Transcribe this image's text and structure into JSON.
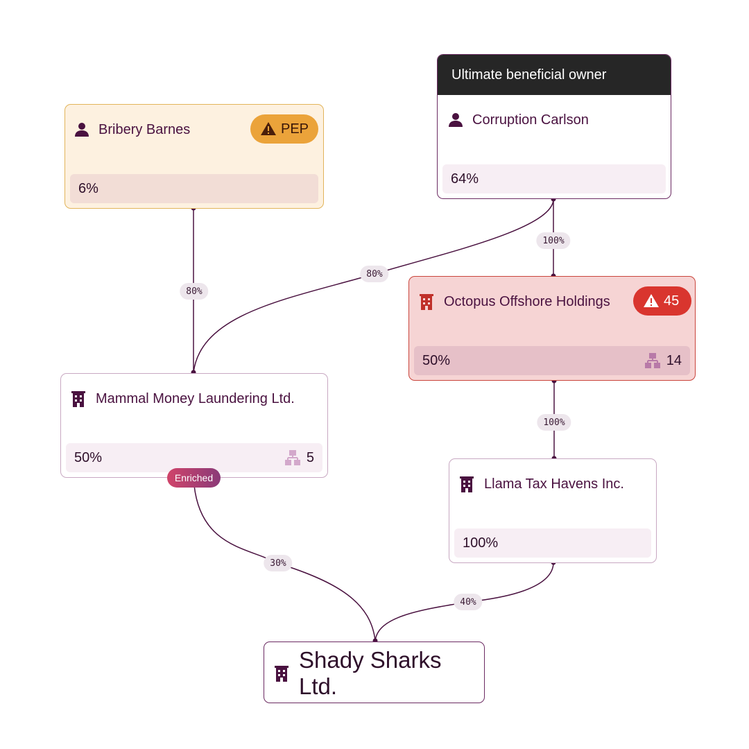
{
  "ubo_header": "Ultimate beneficial owner",
  "nodes": {
    "bribery_barnes": {
      "name": "Bribery Barnes",
      "badge": "PEP",
      "percent": "6%"
    },
    "corruption_carlson": {
      "name": "Corruption Carlson",
      "percent": "64%"
    },
    "octopus": {
      "name": "Octopus Offshore Holdings",
      "badge": "45",
      "percent": "50%",
      "count": "14"
    },
    "mammal": {
      "name": "Mammal Money Laundering Ltd.",
      "percent": "50%",
      "count": "5",
      "tag": "Enriched"
    },
    "llama": {
      "name": "Llama Tax Havens Inc.",
      "percent": "100%"
    },
    "shady": {
      "name": "Shady Sharks Ltd."
    }
  },
  "edges": {
    "barnes_to_mammal": "80%",
    "carlson_to_mammal": "80%",
    "carlson_to_octopus": "100%",
    "octopus_to_llama": "100%",
    "mammal_to_shady": "30%",
    "llama_to_shady": "40%"
  },
  "icons": {
    "person": "person-icon",
    "company": "building-icon",
    "warning": "warning-icon",
    "structure": "hierarchy-icon"
  },
  "colors": {
    "text": "#4a1240",
    "pep_badge": "#eba33a",
    "alert_badge": "#d9352e",
    "alert_card": "#f6d4d4",
    "pep_card": "#fdf1e0"
  }
}
